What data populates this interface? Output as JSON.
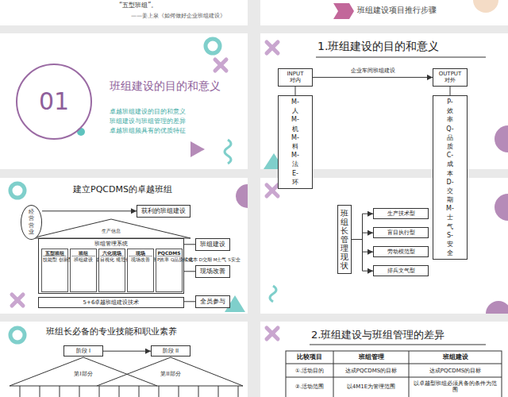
{
  "diagram": {
    "nodes": [
      {
        "text": [
          "01"
        ]
      },
      {
        "text": [
          "INPUT 对内"
        ]
      },
      {
        "text": [
          "M-人 M-机 M-料 M-法 E-环"
        ]
      },
      {
        "text": [
          "OUTPUT 对外"
        ]
      },
      {
        "text": [
          "P-效率 Q-品质 C-成本 D-交期 M-士气 S-安全"
        ]
      },
      {
        "text": [
          "经营 营业"
        ]
      },
      {
        "text": [
          "获利的班组建设"
        ]
      },
      {
        "text": [
          "班组管理系统"
        ]
      },
      {
        "text": [
          "五型班组",
          "技能型 创新型 节能型 和谐型 学习型"
        ],
        "in": 7
      },
      {
        "text": [
          "班组",
          "班组建设"
        ],
        "in": 7
      },
      {
        "text": [
          "六化现场",
          "目视化 规范化 流程化 标准化 系统化 持续化"
        ],
        "in": 7
      },
      {
        "text": [
          "现场",
          "现场改善"
        ],
        "in": 7
      },
      {
        "text": [
          "PQCDMS",
          "P效率 Q品质 C成本 D交期 M士气 S安全"
        ],
        "in": 7
      },
      {
        "text": [
          "5+6卓越班组建设技术"
        ]
      },
      {
        "text": [
          "班组建设"
        ]
      },
      {
        "text": [
          "现场改善"
        ]
      },
      {
        "text": [
          "全员参与"
        ]
      },
      {
        "text": [
          "班组长管理现状"
        ]
      },
      {
        "text": [
          "生产技术型"
        ]
      },
      {
        "text": [
          "盲目执行型"
        ]
      },
      {
        "text": [
          "劳动模范型"
        ]
      },
      {
        "text": [
          "排兵文气型"
        ]
      },
      {
        "text": [
          "阶段 I"
        ]
      },
      {
        "text": [
          "阶段 II"
        ]
      }
    ],
    "edges": [
      {
        "from": 1,
        "to": 3,
        "arrow": "to",
        "label": "企业车间班组建设"
      },
      {
        "from": 1,
        "to": 2,
        "arrow": "none"
      },
      {
        "from": 3,
        "to": 4,
        "arrow": "none"
      },
      {
        "from": 5,
        "to": 6,
        "arrow": "to"
      },
      {
        "from": 7,
        "to": 14,
        "arrow": "none"
      },
      {
        "from": 7,
        "to": 15,
        "arrow": "none"
      },
      {
        "from": 13,
        "to": 16,
        "arrow": "none"
      },
      {
        "from": 17,
        "to": 18,
        "arrow": "to"
      },
      {
        "from": 17,
        "to": 19,
        "arrow": "to"
      },
      {
        "from": 17,
        "to": 20,
        "arrow": "to"
      },
      {
        "from": 17,
        "to": 21,
        "arrow": "to"
      },
      {
        "from": 22,
        "to": 23,
        "arrow": "to"
      }
    ],
    "labels": [
      "“五型班组”。",
      "——姜上泉《如何做好企业班组建设》",
      "班组建设项目推行步骤",
      "班组建设的目的和意义",
      "卓越班组建设的目的和意义",
      "班组建设与班组管理的差异",
      "卓越班组频具有的优质特征",
      "1.班组建设的目的和意义",
      "建立PQCDMS的卓越班组",
      "生产信息",
      "班组长必备的专业技能和职业素养",
      "第I部分",
      "第II部分",
      "2.班组建设与班组管理的差异",
      "比较项目",
      "班组管理",
      "班组建设",
      "①.活动目的",
      "达成PQCDMS的目标",
      "达成PQCDMS的目标",
      "②.活动范围",
      "以4M1E为管理范围",
      "以卓越型班组必须具备的条件为范围"
    ]
  }
}
